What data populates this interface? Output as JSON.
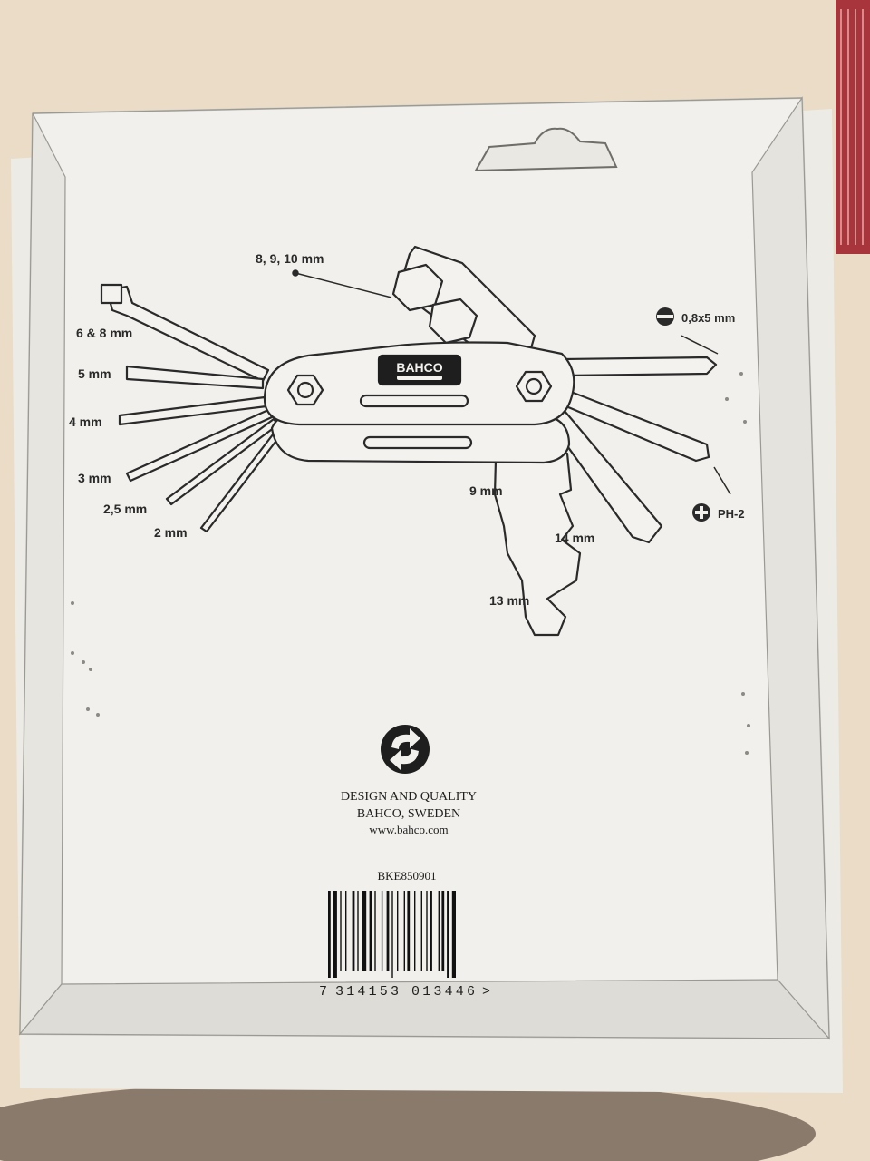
{
  "product": {
    "brand": "BAHCO",
    "model": "BKE850901"
  },
  "callouts": {
    "top": "8, 9, 10 mm",
    "hex_6_8": "6 & 8 mm",
    "hex_5": "5 mm",
    "hex_4": "4 mm",
    "hex_3": "3 mm",
    "hex_2_5": "2,5 mm",
    "hex_2": "2 mm",
    "wrench_9": "9 mm",
    "wrench_14": "14 mm",
    "wrench_13": "13 mm",
    "flat_screwdriver": "0,8x5 mm",
    "phillips": "PH-2"
  },
  "footer": {
    "line1": "DESIGN AND QUALITY",
    "line2": "BAHCO, SWEDEN",
    "line3": "www.bahco.com"
  },
  "barcode": {
    "first_digit": "7",
    "group1": "314153",
    "group2": "013446",
    "end_mark": ">"
  },
  "icons": [
    "recycle-icon",
    "flat-screwdriver-icon",
    "phillips-icon"
  ],
  "colors": {
    "card": "#f0eee8",
    "ink": "#222222",
    "table": "#efe3cf",
    "shadow": "#d9d3c8"
  }
}
